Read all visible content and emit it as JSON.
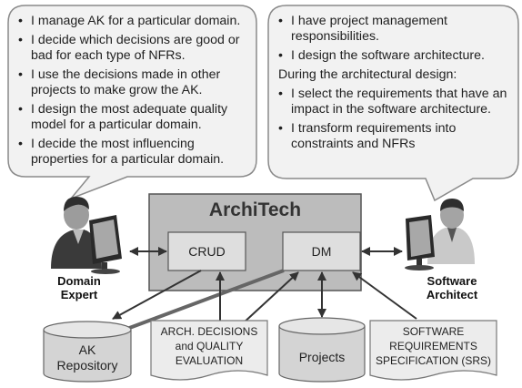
{
  "left_bubble": {
    "items": [
      "I manage AK for a particular domain.",
      "I decide which decisions are good or bad for each type of NFRs.",
      "I use the decisions made in other projects to make grow the AK.",
      "I design the most adequate quality model for a particular domain.",
      "I decide the most influencing properties for a particular domain."
    ]
  },
  "right_bubble": {
    "items": [
      "I have project management responsibilities.",
      "I design the software architecture."
    ],
    "subheading": "During the architectural design:",
    "subitems": [
      "I select the requirements that have an impact in the software architecture.",
      "I transform requirements into constraints and NFRs"
    ]
  },
  "system": {
    "title": "ArchiTech",
    "modules": [
      "CRUD",
      "DM"
    ]
  },
  "actors": {
    "left": "Domain Expert",
    "right": "Software Architect"
  },
  "stores": {
    "ak_repository": "AK Repository",
    "projects": "Projects"
  },
  "documents": {
    "arch_decisions": "ARCH. DECISIONS and QUALITY EVALUATION",
    "srs": "SOFTWARE REQUIREMENTS SPECIFICATION (SRS)"
  }
}
